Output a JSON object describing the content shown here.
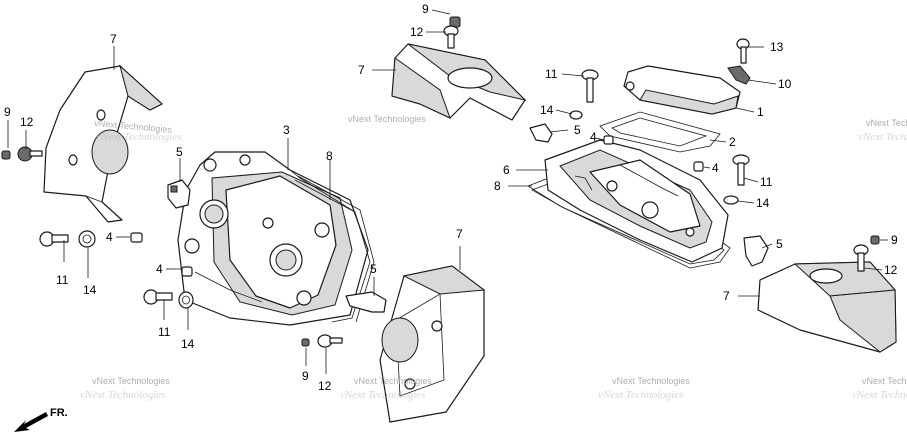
{
  "callouts": {
    "c1": "1",
    "c2": "2",
    "c3": "3",
    "c4a": "4",
    "c4b": "4",
    "c4c": "4",
    "c4d": "4",
    "c5a": "5",
    "c5b": "5",
    "c5c": "5",
    "c5d": "5",
    "c6": "6",
    "c7a": "7",
    "c7b": "7",
    "c7c": "7",
    "c7d": "7",
    "c8a": "8",
    "c8b": "8",
    "c9a": "9",
    "c9b": "9",
    "c9c": "9",
    "c9d": "9",
    "c10": "10",
    "c11a": "11",
    "c11b": "11",
    "c11c": "11",
    "c11d": "11",
    "c12a": "12",
    "c12b": "12",
    "c12c": "12",
    "c12d": "12",
    "c13": "13",
    "c14a": "14",
    "c14b": "14",
    "c14c": "14",
    "c14d": "14"
  },
  "watermark": {
    "text": "vNext Technologies"
  },
  "direction": {
    "label": "FR."
  }
}
